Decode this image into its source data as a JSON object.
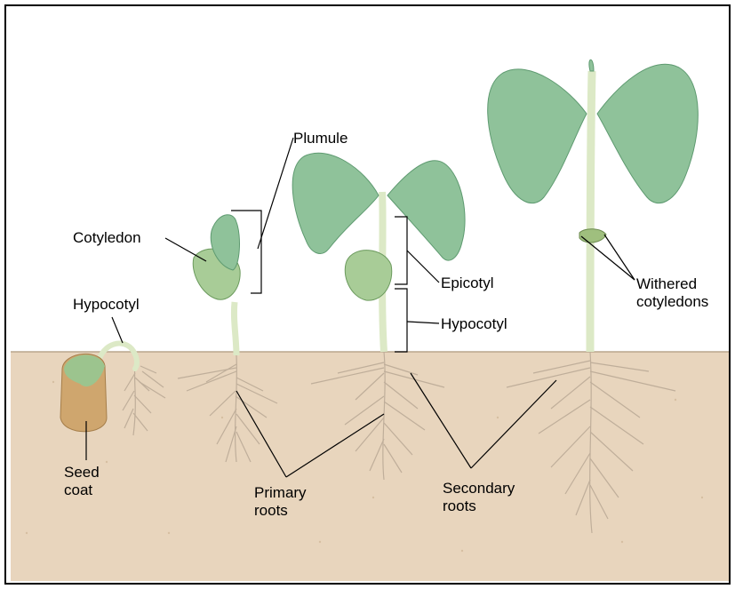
{
  "labels": {
    "plumule": "Plumule",
    "cotyledon": "Cotyledon",
    "hypocotyl_left": "Hypocotyl",
    "epicotyl": "Epicotyl",
    "hypocotyl_right": "Hypocotyl",
    "withered_cotyledons": "Withered\ncotyledons",
    "seed_coat": "Seed\ncoat",
    "primary_roots": "Primary\nroots",
    "secondary_roots": "Secondary\nroots"
  },
  "colors": {
    "soil": "#e8d5bd",
    "sky": "#ffffff",
    "leaf": "#8fc29a",
    "leaf_dark": "#5e9a70",
    "stem": "#dce9c6",
    "root": "#bfae9a",
    "seed_coat": "#cfa66e",
    "border": "#000000"
  }
}
